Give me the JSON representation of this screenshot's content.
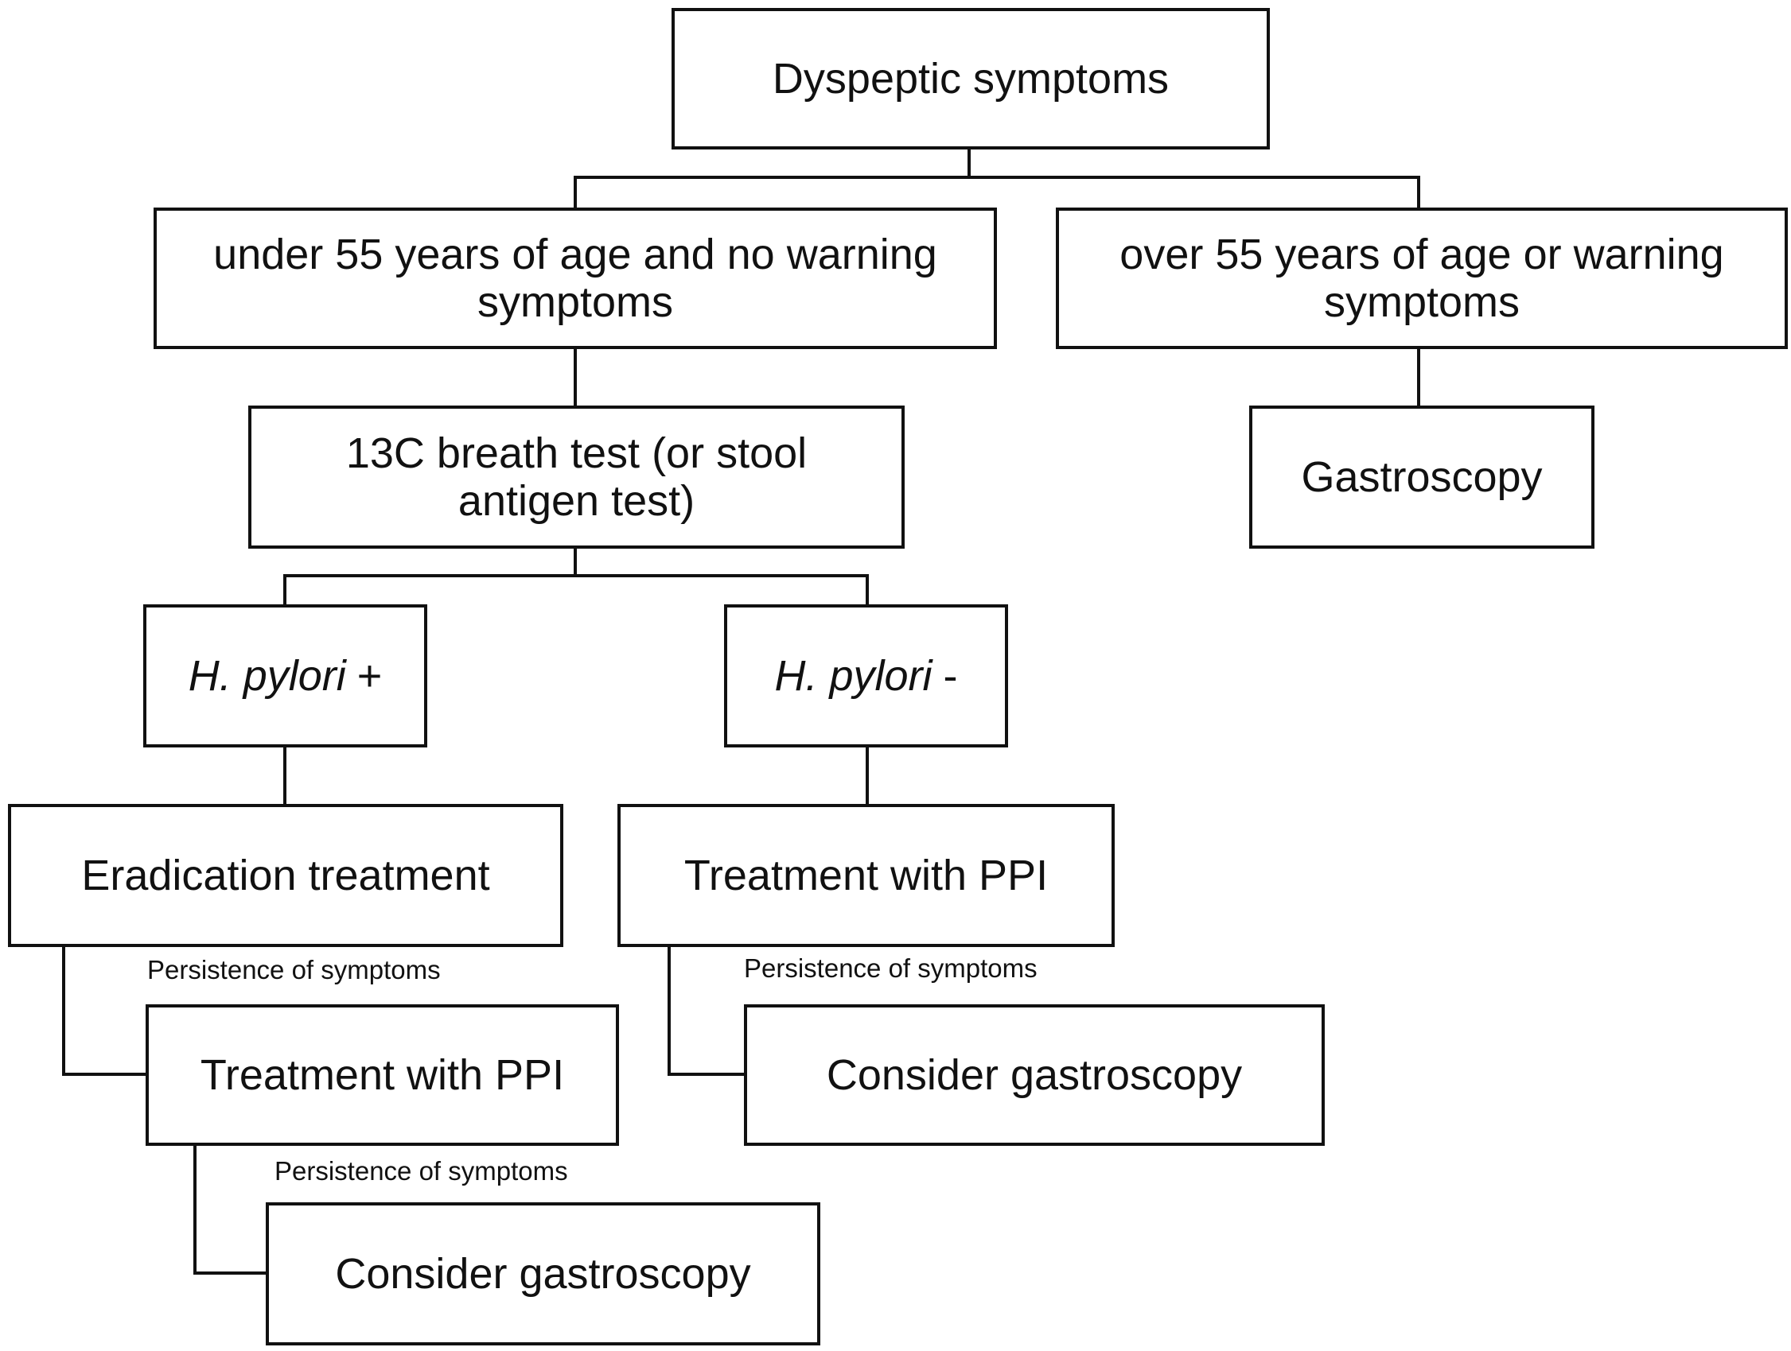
{
  "nodes": {
    "root": {
      "line1": "Dyspeptic symptoms"
    },
    "young": {
      "line1": "under 55 years of age and no warning",
      "line2": "symptoms"
    },
    "old": {
      "line1": "over 55 years of age or warning",
      "line2": "symptoms"
    },
    "breath_test": {
      "line1": "13C breath test (or stool",
      "line2": "antigen test)"
    },
    "gastroscopy": {
      "line1": "Gastroscopy"
    },
    "hp_pos": {
      "italic": "H. pylori",
      "suffix": "+"
    },
    "hp_neg": {
      "italic": "H. pylori",
      "suffix": "-"
    },
    "eradication": {
      "line1": "Eradication treatment"
    },
    "ppi_right": {
      "line1": "Treatment with PPI"
    },
    "ppi_left": {
      "line1": "Treatment with PPI"
    },
    "consider_right": {
      "line1": "Consider gastroscopy"
    },
    "consider_left": {
      "line1": "Consider gastroscopy"
    }
  },
  "notes": {
    "persist_1": "Persistence of symptoms",
    "persist_2": "Persistence of symptoms",
    "persist_3": "Persistence of symptoms"
  },
  "colors": {
    "line": "#111111",
    "background": "#ffffff"
  }
}
